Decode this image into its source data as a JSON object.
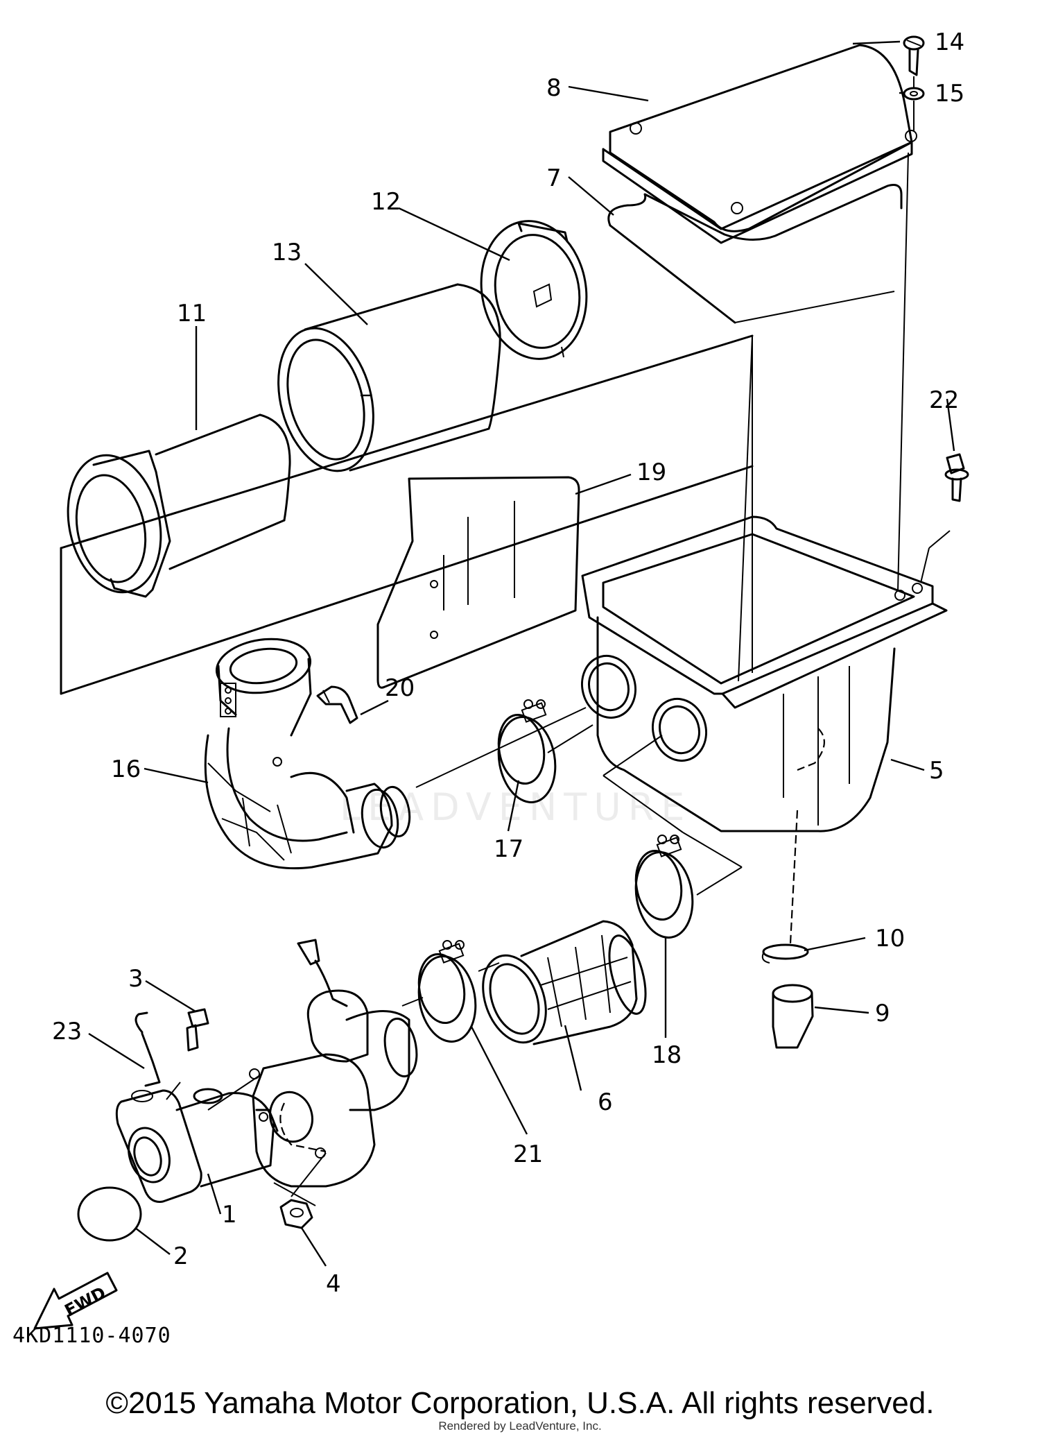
{
  "diagram": {
    "code": "4KD1110-4070",
    "fwd_label": "FWD",
    "watermark_text": "LEADVENTURE",
    "copyright": "©2015 Yamaha Motor Corporation, U.S.A. All rights reserved.",
    "rendered_by": "Rendered by LeadVenture, Inc.",
    "callouts": [
      "1",
      "2",
      "3",
      "4",
      "5",
      "6",
      "7",
      "8",
      "9",
      "10",
      "11",
      "12",
      "13",
      "14",
      "15",
      "16",
      "17",
      "18",
      "19",
      "20",
      "21",
      "22",
      "23"
    ]
  }
}
